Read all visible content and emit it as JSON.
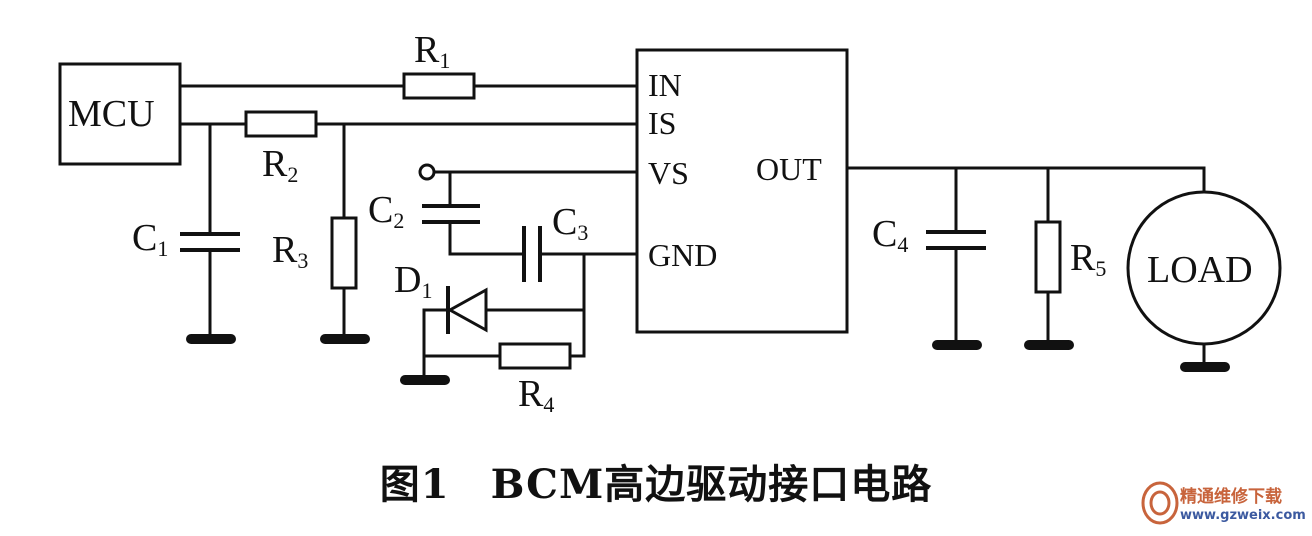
{
  "components": {
    "mcu": "MCU",
    "r1": "R",
    "r1_sub": "1",
    "r2": "R",
    "r2_sub": "2",
    "r3": "R",
    "r3_sub": "3",
    "r4": "R",
    "r4_sub": "4",
    "r5": "R",
    "r5_sub": "5",
    "c1": "C",
    "c1_sub": "1",
    "c2": "C",
    "c2_sub": "2",
    "c3": "C",
    "c3_sub": "3",
    "c4": "C",
    "c4_sub": "4",
    "d1": "D",
    "d1_sub": "1",
    "load": "LOAD"
  },
  "ic_pins": {
    "in": "IN",
    "is": "IS",
    "vs": "VS",
    "gnd": "GND",
    "out": "OUT"
  },
  "caption": "图1　BCM高边驱动接口电路",
  "watermark": {
    "line1": "精通维修下载",
    "line2": "www.gzweix.com"
  },
  "colors": {
    "wire": "#111111",
    "watermark_orange": "#c8643c",
    "watermark_blue": "#3c5aa0"
  }
}
